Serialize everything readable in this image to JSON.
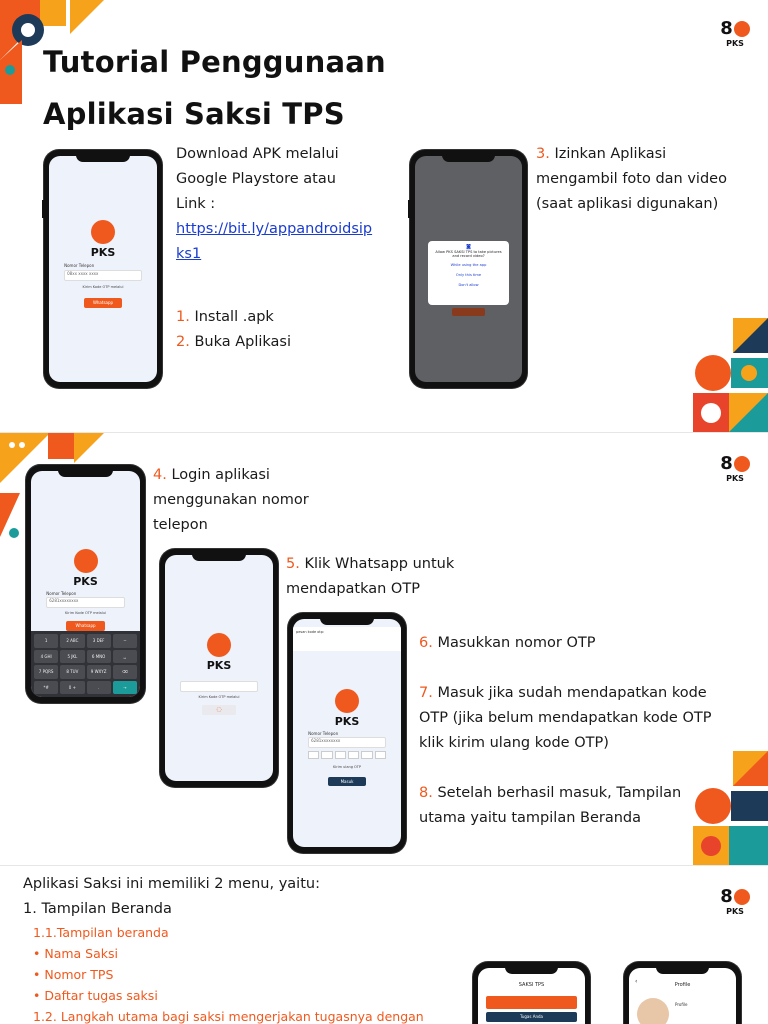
{
  "slide1": {
    "title_line1": "Tutorial Penggunaan",
    "title_line2": "Aplikasi Saksi TPS",
    "download_lines": [
      "Download APK melalui",
      "Google Playstore atau",
      "Link :"
    ],
    "link_lines": [
      "https://bit.ly/appandroidsip",
      "ks1"
    ],
    "steps": [
      {
        "num": "1.",
        "text": "Install .apk"
      },
      {
        "num": "2.",
        "text": "Buka Aplikasi"
      }
    ],
    "step3": {
      "num": "3.",
      "lines": [
        "Izinkan Aplikasi",
        "mengambil foto dan video",
        "(saat aplikasi digunakan)"
      ]
    },
    "phone1": {
      "brand": "PKS",
      "field_label": "Nomor Telepon",
      "placeholder": "08xx xxxx xxxx",
      "note": "Kirim Kode OTP melalui",
      "button": "Whatsapp"
    },
    "phone2": {
      "dialog_text": "Allow PKS SAKSI TPS to take pictures and record video?",
      "options": [
        "While using the app",
        "Only this time",
        "Don't allow"
      ]
    }
  },
  "slide2": {
    "step4": {
      "num": "4.",
      "lines": [
        "Login aplikasi",
        "menggunakan nomor",
        "telepon"
      ]
    },
    "step5": {
      "num": "5.",
      "lines": [
        "Klik Whatsapp untuk",
        "mendapatkan OTP"
      ]
    },
    "step6": {
      "num": "6.",
      "text": "Masukkan nomor OTP"
    },
    "step7": {
      "num": "7.",
      "lines": [
        "Masuk jika sudah mendapatkan kode",
        "OTP (jika belum mendapatkan kode OTP",
        "klik kirim ulang kode OTP)"
      ]
    },
    "step8": {
      "num": "8.",
      "lines": [
        "Setelah berhasil masuk, Tampilan",
        "utama yaitu tampilan Beranda"
      ]
    },
    "phone_a": {
      "brand": "PKS",
      "field_label": "Nomor Telepon",
      "value": "6281xxxxxxxx",
      "note": "Kirim Kode OTP melalui",
      "button": "Whatsapp",
      "keys": [
        "1",
        "2 ABC",
        "3 DEF",
        "−",
        "4 GHI",
        "5 JKL",
        "6 MNO",
        "␣",
        "7 PQRS",
        "8 TUV",
        "9 WXYZ",
        "⌫",
        "*#",
        "0 +",
        ".",
        "→"
      ]
    },
    "phone_b": {
      "brand": "PKS",
      "note": "Kirim Kode OTP melalui"
    },
    "phone_c": {
      "brand": "PKS",
      "notif": "pesan kode otp: ",
      "field_label": "Nomor Telepon",
      "value": "6281xxxxxxxx",
      "resend": "Kirim ulang OTP",
      "button": "Masuk"
    }
  },
  "slide3": {
    "intro": "Aplikasi Saksi ini memiliki 2 menu, yaitu:",
    "menu1": "1. Tampilan Beranda",
    "items": [
      "1.1.Tampilan beranda",
      "• Nama Saksi",
      "• Nomor TPS",
      "• Daftar tugas saksi",
      "1.2. Langkah utama bagi saksi mengerjakan tugasnya dengan"
    ],
    "phone_d": {
      "header": "SAKSI TPS",
      "button1": "Tugas Anda"
    },
    "phone_e": {
      "header": "Profile",
      "name_label": "Profile"
    }
  },
  "logo": {
    "eight": "8",
    "pks": "PKS"
  },
  "colors": {
    "accent": "#f0591e",
    "navy": "#1d3b58",
    "teal": "#1b9c9a",
    "link": "#1a3ccf"
  }
}
